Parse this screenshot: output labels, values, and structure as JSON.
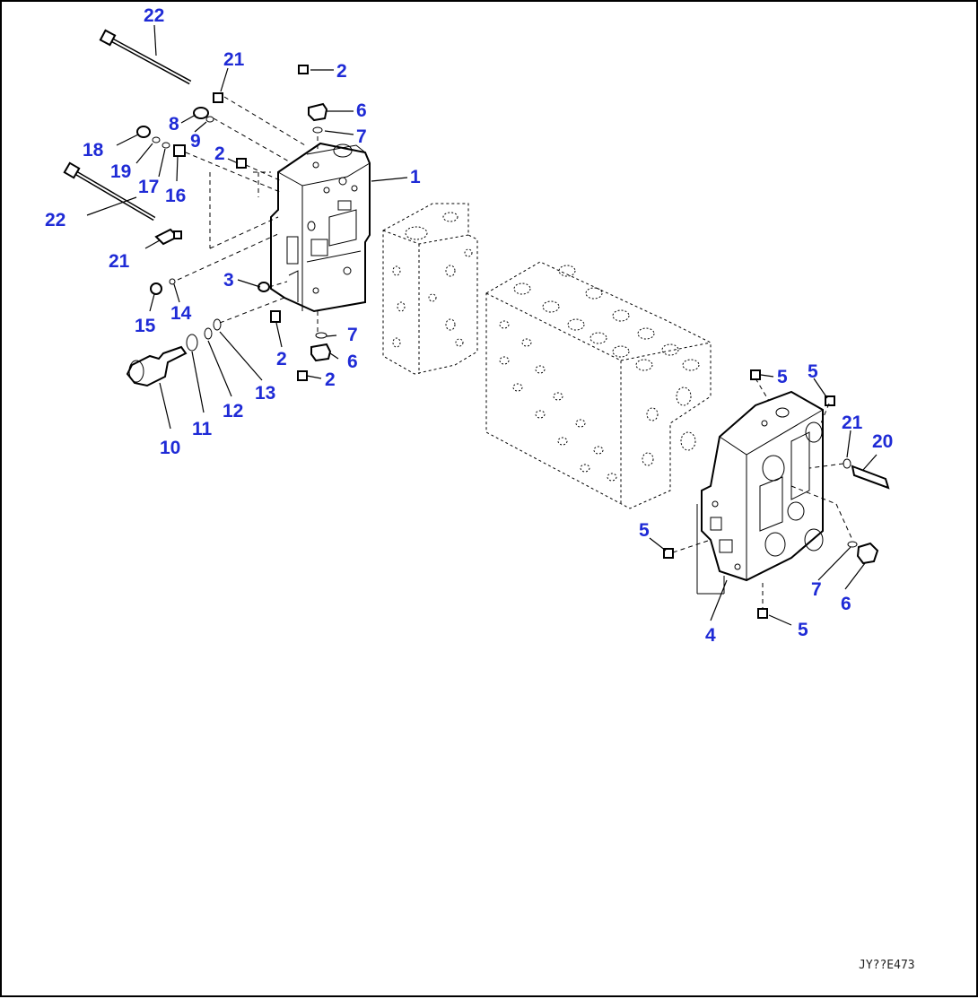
{
  "drawing_code": "JY??E473",
  "callouts": [
    {
      "id": "c22a",
      "text": "22"
    },
    {
      "id": "c21a",
      "text": "21"
    },
    {
      "id": "c2a",
      "text": "2"
    },
    {
      "id": "c6a",
      "text": "6"
    },
    {
      "id": "c7a",
      "text": "7"
    },
    {
      "id": "c8",
      "text": "8"
    },
    {
      "id": "c9",
      "text": "9"
    },
    {
      "id": "c18",
      "text": "18"
    },
    {
      "id": "c19",
      "text": "19"
    },
    {
      "id": "c17",
      "text": "17"
    },
    {
      "id": "c16",
      "text": "16"
    },
    {
      "id": "c2b",
      "text": "2"
    },
    {
      "id": "c1",
      "text": "1"
    },
    {
      "id": "c22b",
      "text": "22"
    },
    {
      "id": "c21b",
      "text": "21"
    },
    {
      "id": "c3",
      "text": "3"
    },
    {
      "id": "c15",
      "text": "15"
    },
    {
      "id": "c14",
      "text": "14"
    },
    {
      "id": "c7b",
      "text": "7"
    },
    {
      "id": "c6b",
      "text": "6"
    },
    {
      "id": "c2c",
      "text": "2"
    },
    {
      "id": "c2d",
      "text": "2"
    },
    {
      "id": "c13",
      "text": "13"
    },
    {
      "id": "c12",
      "text": "12"
    },
    {
      "id": "c11",
      "text": "11"
    },
    {
      "id": "c10",
      "text": "10"
    },
    {
      "id": "c5a",
      "text": "5"
    },
    {
      "id": "c5b",
      "text": "5"
    },
    {
      "id": "c21c",
      "text": "21"
    },
    {
      "id": "c20",
      "text": "20"
    },
    {
      "id": "c5c",
      "text": "5"
    },
    {
      "id": "c7c",
      "text": "7"
    },
    {
      "id": "c6c",
      "text": "6"
    },
    {
      "id": "c4",
      "text": "4"
    },
    {
      "id": "c5d",
      "text": "5"
    }
  ]
}
